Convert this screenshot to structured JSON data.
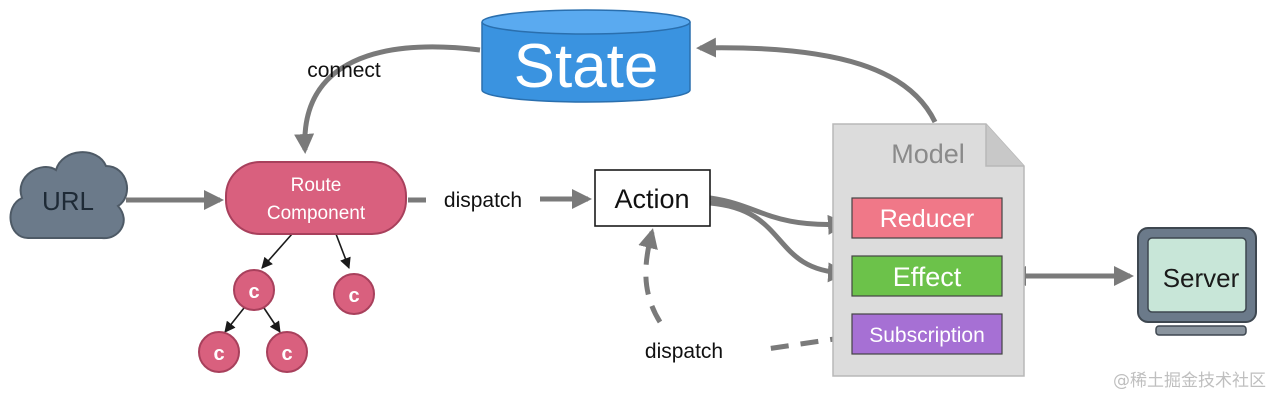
{
  "nodes": {
    "state": "State",
    "url": "URL",
    "route_line1": "Route",
    "route_line2": "Component",
    "action": "Action",
    "model": "Model",
    "reducer": "Reducer",
    "effect": "Effect",
    "subscription": "Subscription",
    "server": "Server",
    "child": "c"
  },
  "edge_labels": {
    "connect": "connect",
    "dispatch_route": "dispatch",
    "dispatch_subscription": "dispatch"
  },
  "colors": {
    "state": "#3a93e0",
    "url_cloud": "#6b7a8a",
    "route": "#d9607e",
    "child": "#d9607e",
    "reducer": "#f07888",
    "effect": "#6cc24a",
    "subscription": "#a670d4",
    "model": "#dcdcdc",
    "server": "#c8e6d8",
    "arrow": "#7a7a7a"
  },
  "watermark": "@稀土掘金技术社区"
}
